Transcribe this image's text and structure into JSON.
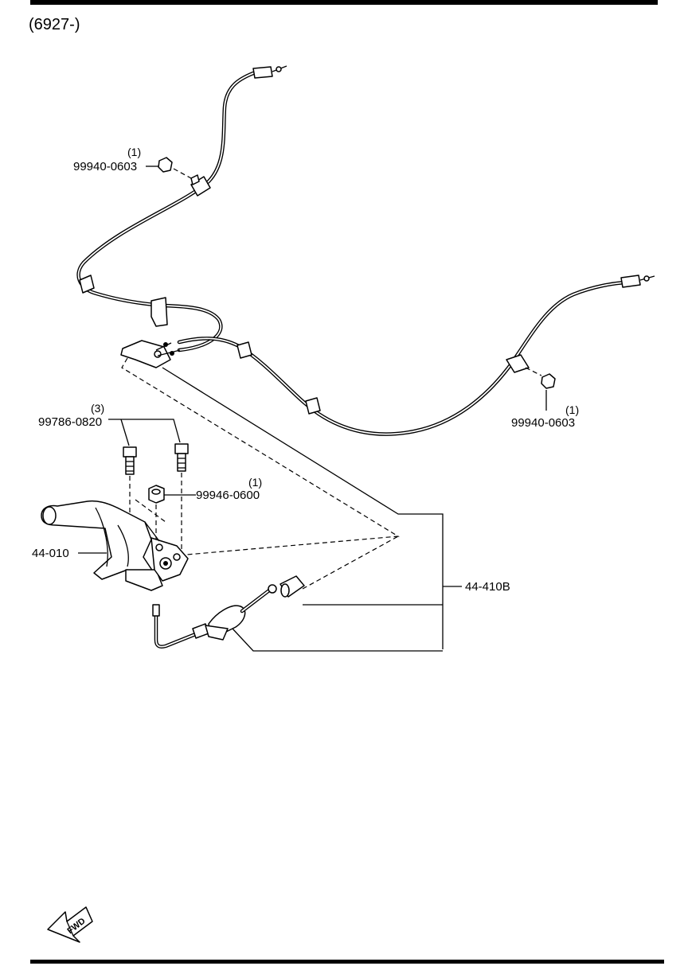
{
  "header": {
    "serial_range": "(6927-)"
  },
  "callouts": {
    "nut_top": {
      "qty": "(1)",
      "part_no": "99940-0603"
    },
    "nut_right": {
      "qty": "(1)",
      "part_no": "99940-0603"
    },
    "bolts": {
      "qty": "(3)",
      "part_no": "99786-0820"
    },
    "nut_lever": {
      "qty": "(1)",
      "part_no": "99946-0600"
    },
    "lever": {
      "part_no": "44-010"
    },
    "cable": {
      "part_no": "44-410B"
    }
  },
  "direction_arrow": {
    "label": "FWD",
    "icon": "fwd-arrow-icon"
  },
  "colors": {
    "line": "#000000",
    "background": "#ffffff"
  }
}
